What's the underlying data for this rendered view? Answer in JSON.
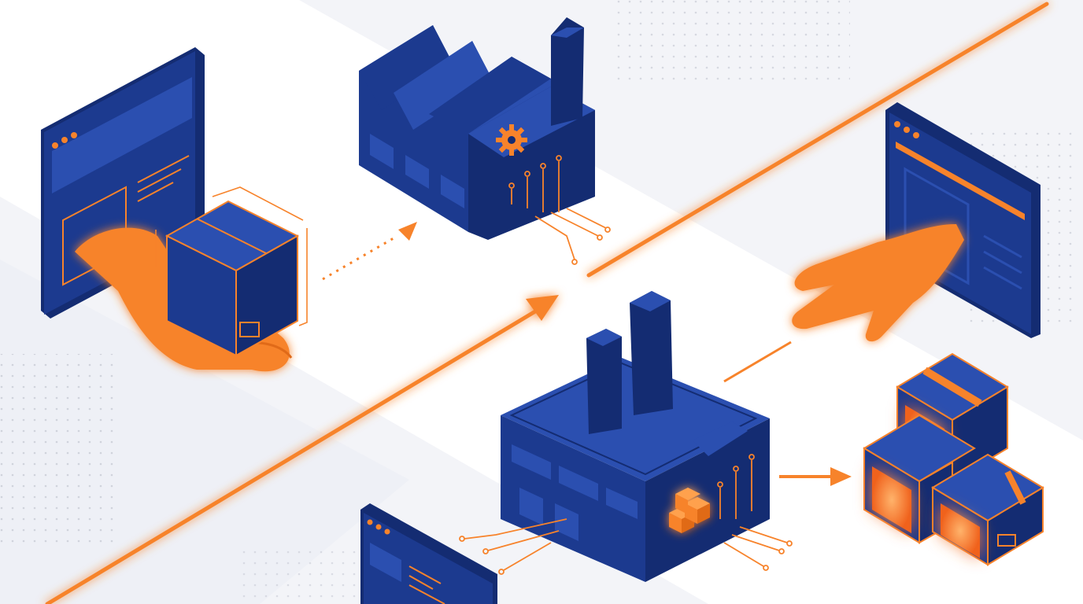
{
  "colors": {
    "background": "#f3f4f8",
    "band": "#ffffff",
    "navy": "#1c3a8f",
    "navy_dark": "#142c72",
    "navy_light": "#2b4fb0",
    "orange": "#f7832b",
    "orange_light": "#ffa14d",
    "dots": "#c9ccd6"
  },
  "scene": {
    "elements": [
      "browser-window-left",
      "hand-holding-box",
      "factory-sawtooth",
      "gear-icon",
      "glowing-divider-line",
      "browser-window-right",
      "reaching-hand",
      "factory-chimneys",
      "box-stack",
      "browser-window-bottom"
    ]
  }
}
